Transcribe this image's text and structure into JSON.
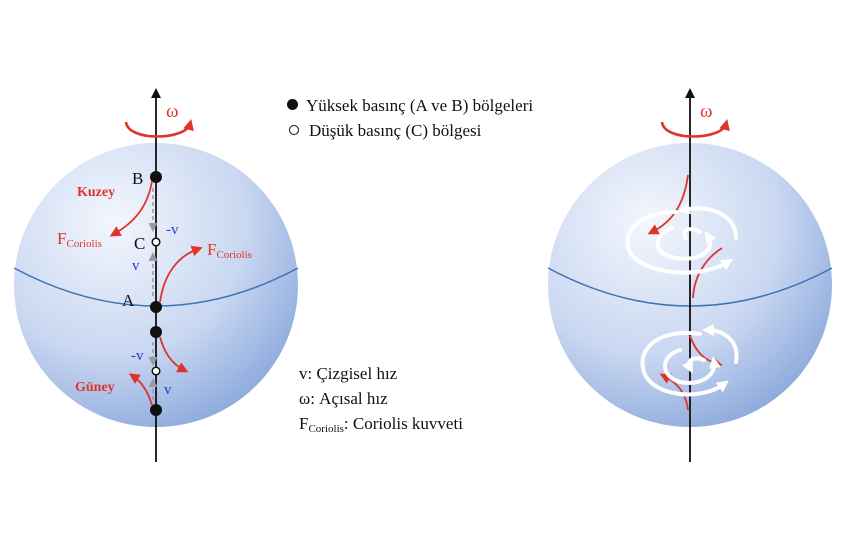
{
  "legend": {
    "high_pressure": "Yüksek basınç (A ve B) bölgeleri",
    "low_pressure": "Düşük basınç (C) bölgesi",
    "v_def": "v: Çizgisel hız",
    "omega_def": "ω: Açısal hız",
    "f_symbol": "F",
    "f_sub": "Coriolis",
    "f_def": ": Coriolis kuvveti"
  },
  "left_globe": {
    "omega": "ω",
    "north": "Kuzey",
    "south": "Güney",
    "point_a": "A",
    "point_b": "B",
    "point_c": "C",
    "v": "v",
    "neg_v": "-v",
    "f_symbol": "F",
    "f_sub": "Coriolis"
  },
  "right_globe": {
    "omega": "ω"
  },
  "colors": {
    "globe_light": "#eef3fc",
    "globe_dark": "#7e9fd8",
    "equator": "#3e72b7",
    "force_red": "#e0342a",
    "velocity_blue": "#1f3fd0",
    "arrow_gray": "#a0a0a0"
  }
}
